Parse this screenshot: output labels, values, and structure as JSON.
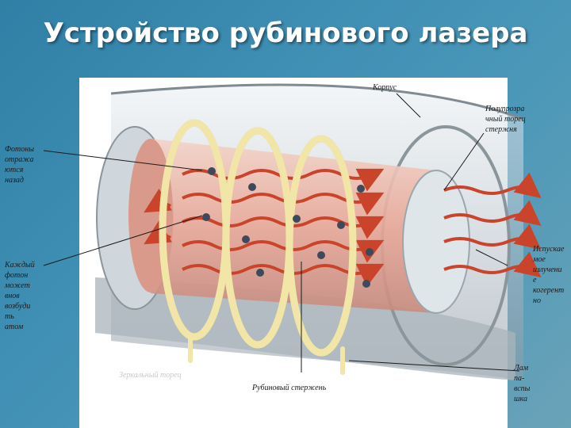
{
  "slide": {
    "title": "Устройство рубинового лазера"
  },
  "labels": {
    "housing": "Корпус",
    "semi_mirror": "Полупрозра\nчный торец\nстержня",
    "photons_back": "Фотоны\nотража\nются\nназад",
    "each_photon": "Каждый\nфотон\nможет\nвнов\nвозбуди\nть\nатом",
    "coherent": "Испускае\nмое\nизлучени\nе\nкогерент\nно",
    "mirror_end": "Зеркальный торец",
    "ruby_rod": "Рубиновый стержень",
    "lamp": "Лам\nпа-\nвспы\nшка"
  },
  "colors": {
    "background": "#3f8fb4",
    "housing": "#b9c4cc",
    "rod": "#e8a898",
    "wave": "#c9442a",
    "coil": "#f1e6a8",
    "atom": "#3d4a5c"
  }
}
